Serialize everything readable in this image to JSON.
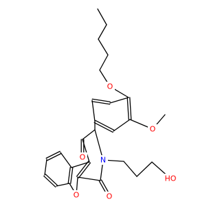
{
  "molecule": {
    "atom_labels": [
      {
        "id": "O_ether",
        "text": "O",
        "color": "#ff0000"
      },
      {
        "id": "O_methoxy",
        "text": "O",
        "color": "#ff0000"
      },
      {
        "id": "O_ketone",
        "text": "O",
        "color": "#ff0000"
      },
      {
        "id": "O_ring",
        "text": "O",
        "color": "#ff0000"
      },
      {
        "id": "O_lactam",
        "text": "O",
        "color": "#ff0000"
      },
      {
        "id": "N_ring",
        "text": "N",
        "color": "#0000ff"
      },
      {
        "id": "OH",
        "text": "HO",
        "color": "#ff0000"
      }
    ]
  }
}
